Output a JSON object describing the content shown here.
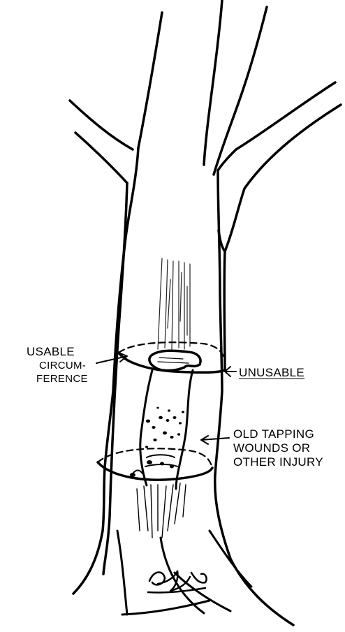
{
  "labels": {
    "usable": [
      "USABLE",
      "CIRCUM-",
      "FERENCE"
    ],
    "unusable": "UNUSABLE",
    "wounds": [
      "OLD TAPPING",
      "WOUNDS OR",
      "OTHER INJURY"
    ]
  },
  "signature": "illegible handwritten signature",
  "colors": {
    "ink": "#000000",
    "paper": "#ffffff"
  }
}
